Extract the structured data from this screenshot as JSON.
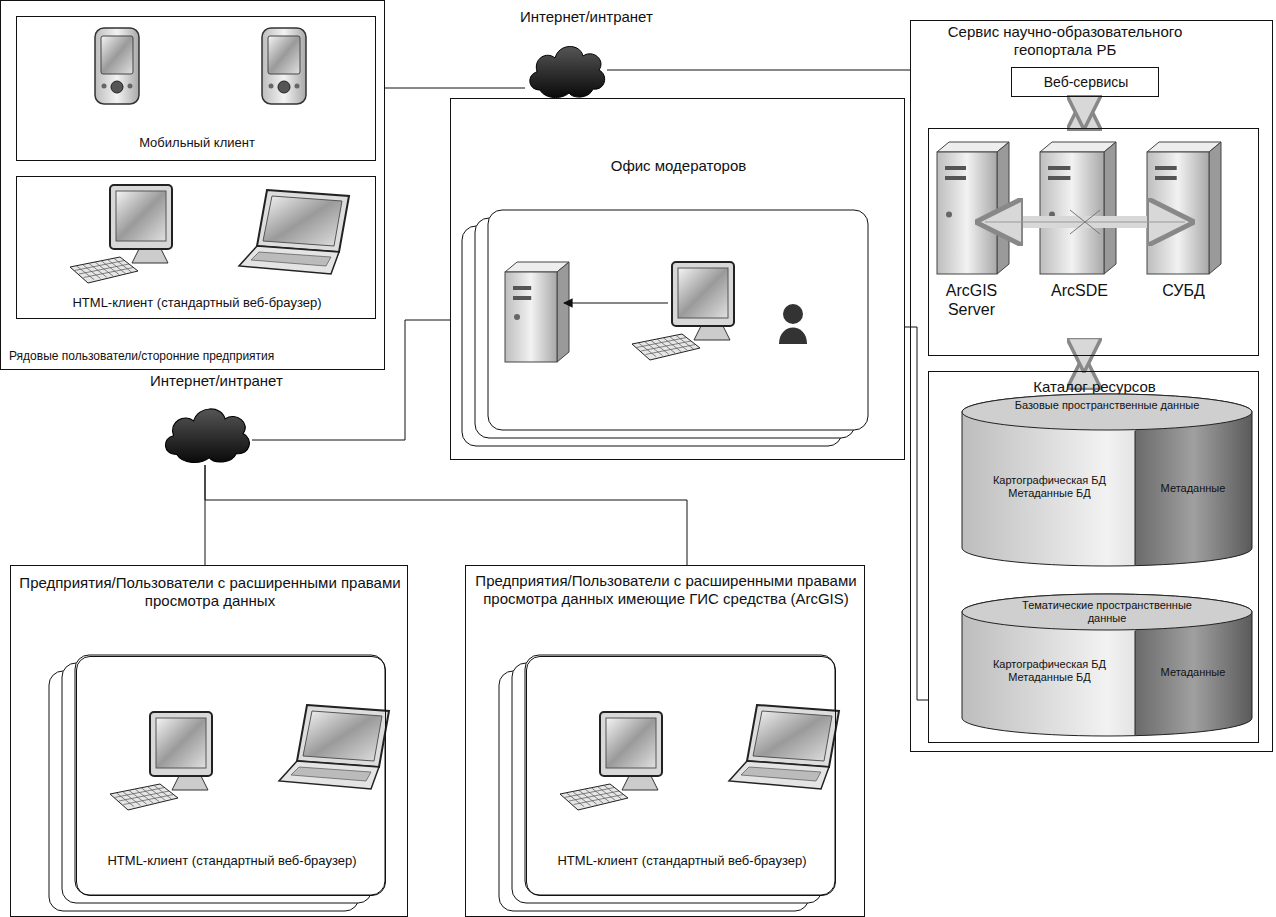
{
  "diagram": {
    "nodes": [
      {
        "text": [
          "Рядовые пользователи/сторонние предприятия"
        ]
      },
      {
        "text": [
          "Мобильный клиент"
        ],
        "in": 0
      },
      {
        "text": [
          "HTML-клиент (стандартный веб-браузер)"
        ],
        "in": 0
      },
      {
        "text": [
          "Интернет/интранет"
        ]
      },
      {
        "text": [
          "Офис модераторов"
        ]
      },
      {
        "text": [
          "Сервис научно-образовательного геопортала РБ"
        ]
      },
      {
        "text": [
          "Веб-сервисы"
        ],
        "in": 5
      },
      {
        "text": [
          "ArcGIS Server",
          "ArcSDE",
          "СУБД"
        ],
        "in": 5
      },
      {
        "text": [
          "Каталог ресурсов"
        ],
        "in": 5
      },
      {
        "text": [
          "Базовые пространственные данные",
          "Картографическая БД Метаданные БД",
          "Метаданные"
        ],
        "in": 8
      },
      {
        "text": [
          "Тематические пространственные данные",
          "Картографическая БД Метаданные БД",
          "Метаданные"
        ],
        "in": 8
      },
      {
        "text": [
          "Интернет/интранет"
        ]
      },
      {
        "text": [
          "Предприятия/Пользователи с расширенными правами просмотра данных"
        ]
      },
      {
        "text": [
          "HTML-клиент (стандартный веб-браузер)"
        ],
        "in": 12
      },
      {
        "text": [
          "Предприятия/Пользователи с расширенными правами просмотра данных имеющие ГИС средства (ArcGIS)"
        ]
      },
      {
        "text": [
          "HTML-клиент (стандартный веб-браузер)"
        ],
        "in": 14
      }
    ],
    "edges": [
      {
        "from": 0,
        "to": 3,
        "arrow": "none"
      },
      {
        "from": 3,
        "to": 5,
        "arrow": "none"
      },
      {
        "from": 6,
        "to": 7,
        "arrow": "both"
      },
      {
        "from": 7,
        "to": 8,
        "arrow": "both"
      },
      {
        "from": 4,
        "to": 8,
        "arrow": "none"
      },
      {
        "from": 11,
        "to": 4,
        "arrow": "none"
      },
      {
        "from": 11,
        "to": 12,
        "arrow": "none"
      },
      {
        "from": 11,
        "to": 14,
        "arrow": "none"
      }
    ]
  }
}
